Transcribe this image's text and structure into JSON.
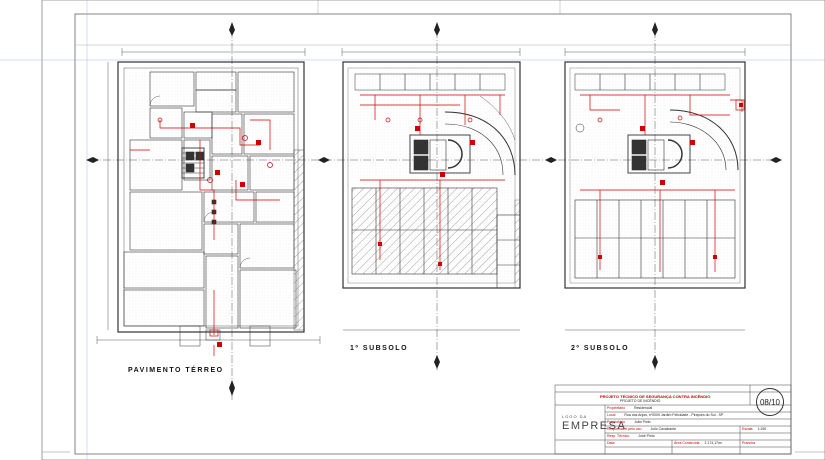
{
  "drawing": {
    "plans": [
      {
        "id": "terreo",
        "label": "PAVIMENTO TÉRREO"
      },
      {
        "id": "subsolo1",
        "label": "1º SUBSOLO"
      },
      {
        "id": "subsolo2",
        "label": "2º SUBSOLO"
      }
    ]
  },
  "title_block": {
    "project_title": "PROJETO TÉCNICO DE SEGURANÇA CONTRA INCÊNDIO",
    "subtitle": "PROJETO DE INCÊNDIO",
    "sheet_number": "08/10",
    "company_top": "LOGO DA",
    "company_name": "EMPRESA",
    "fields": [
      {
        "label": "Proprietário",
        "value": "Residencial"
      },
      {
        "label": "Local",
        "value": "Rua dos Anjos, nº0000 Jardim Felicidade - Pirapora do Sul - SP"
      },
      {
        "label": "Proprietário",
        "value": "João Pinto"
      },
      {
        "label": "Responsável pelo uso",
        "value": "Julio Cavalcante"
      },
      {
        "label": "Resp. Técnico",
        "value": "José Pinto"
      }
    ],
    "scale_label": "Escala",
    "scale_value": "1:150",
    "area_label": "Área Construída",
    "area_value": "2.174,17m²",
    "date_label": "Data",
    "sheet_label": "Prancha"
  },
  "colors": {
    "line": "#333333",
    "fire": "#d00000",
    "frame": "#7a7a7a"
  }
}
